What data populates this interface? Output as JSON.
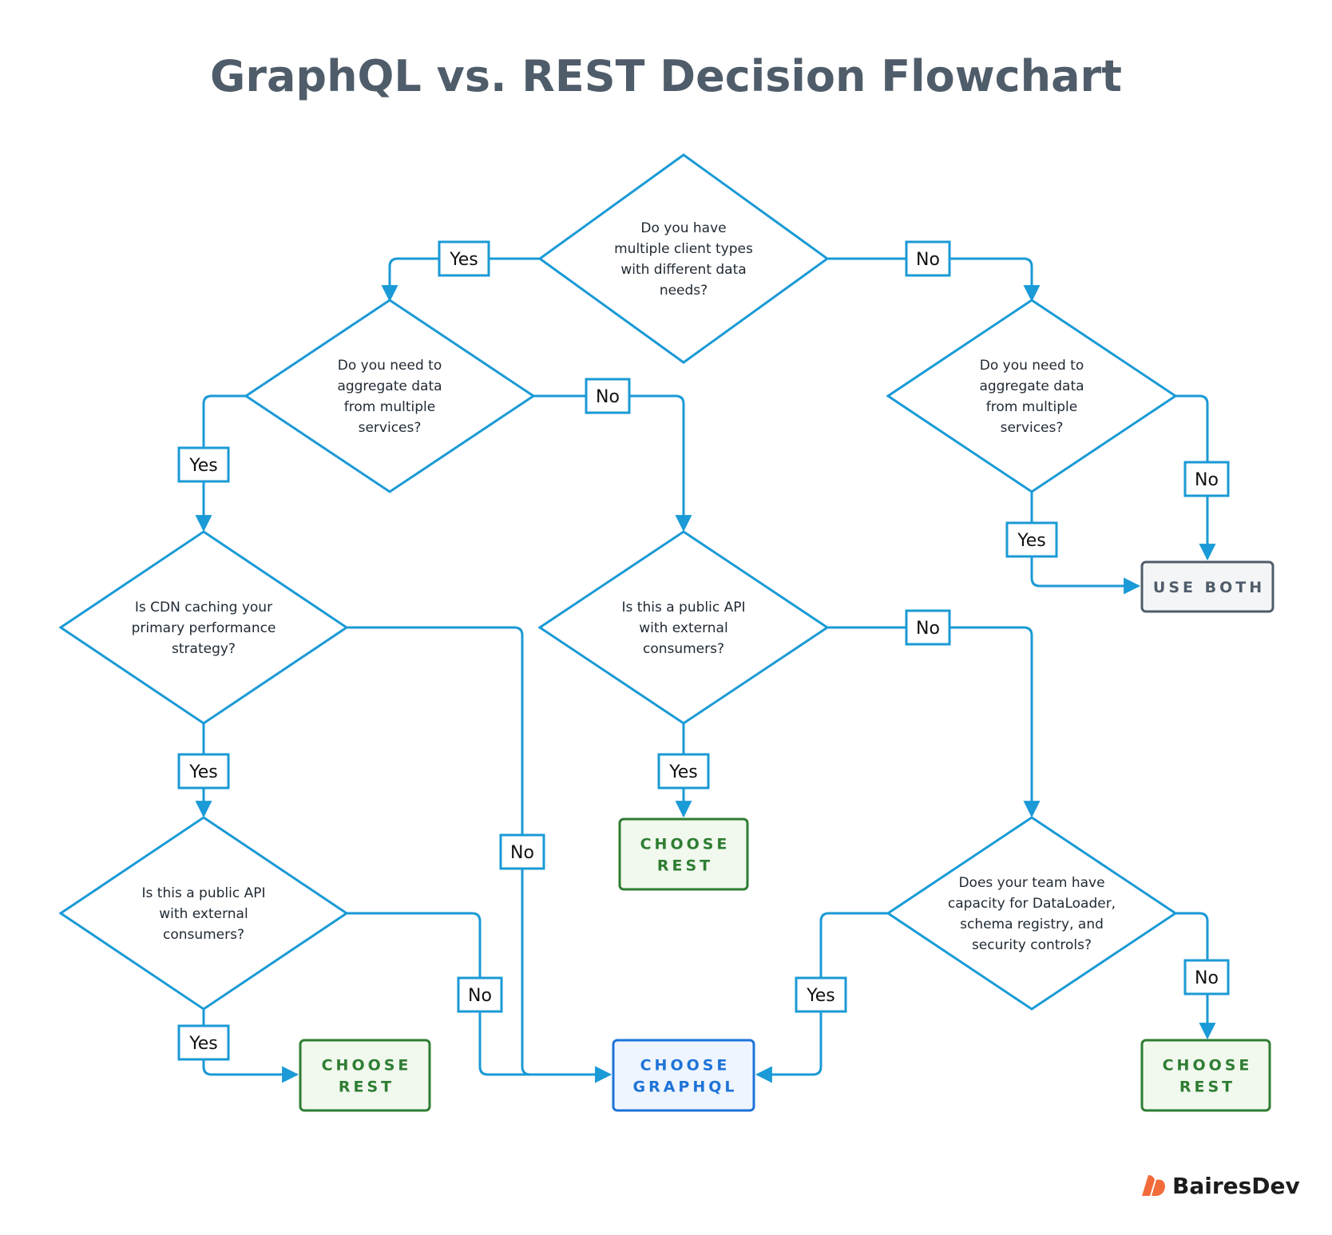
{
  "title": "GraphQL vs. REST Decision Flowchart",
  "brand": {
    "name": "BairesDev",
    "logo_icon": "bairesdev-logo-icon",
    "logo_color": "#f26b3a"
  },
  "colors": {
    "line": "#1a9ad6",
    "text": "#1f2933",
    "rest_border": "#2e7d32",
    "rest_fill": "#f1f8ee",
    "rest_text": "#2e7d32",
    "graphql_border": "#1e73d8",
    "graphql_fill": "#eef5ff",
    "graphql_text": "#1e73d8",
    "both_border": "#4f5c6a",
    "both_fill": "#f4f5f6",
    "both_text": "#4f5c6a"
  },
  "questions": [
    {
      "id": "q1",
      "lines": [
        "Do you have",
        "multiple client types",
        "with different data",
        "needs?"
      ]
    },
    {
      "id": "q2",
      "lines": [
        "Do you need to",
        "aggregate data",
        "from multiple",
        "services?"
      ]
    },
    {
      "id": "q3",
      "lines": [
        "Do you need to",
        "aggregate data",
        "from multiple",
        "services?"
      ]
    },
    {
      "id": "q4",
      "lines": [
        "Is CDN caching your",
        "primary performance",
        "strategy?"
      ]
    },
    {
      "id": "q5",
      "lines": [
        "Is this a public API",
        "with external",
        "consumers?"
      ]
    },
    {
      "id": "q6",
      "lines": [
        "Is this a public API",
        "with external",
        "consumers?"
      ]
    },
    {
      "id": "q7",
      "lines": [
        "Does your team have",
        "capacity for DataLoader,",
        "schema registry, and",
        "security controls?"
      ]
    }
  ],
  "outcomes": [
    {
      "id": "both",
      "lines": [
        "USE BOTH"
      ],
      "kind": "both"
    },
    {
      "id": "rest1",
      "lines": [
        "CHOOSE",
        "REST"
      ],
      "kind": "rest"
    },
    {
      "id": "rest2",
      "lines": [
        "CHOOSE",
        "REST"
      ],
      "kind": "rest"
    },
    {
      "id": "graphql",
      "lines": [
        "CHOOSE",
        "GRAPHQL"
      ],
      "kind": "graphql"
    },
    {
      "id": "rest3",
      "lines": [
        "CHOOSE",
        "REST"
      ],
      "kind": "rest"
    }
  ],
  "labels": [
    {
      "id": "l1",
      "text": "Yes"
    },
    {
      "id": "l2",
      "text": "No"
    },
    {
      "id": "l3",
      "text": "Yes"
    },
    {
      "id": "l4",
      "text": "No"
    },
    {
      "id": "l5",
      "text": "No"
    },
    {
      "id": "l6",
      "text": "Yes"
    },
    {
      "id": "l7",
      "text": "Yes"
    },
    {
      "id": "l8",
      "text": "No"
    },
    {
      "id": "l9",
      "text": "No"
    },
    {
      "id": "l10",
      "text": "Yes"
    },
    {
      "id": "l11",
      "text": "Yes"
    },
    {
      "id": "l12",
      "text": "No"
    },
    {
      "id": "l13",
      "text": "Yes"
    },
    {
      "id": "l14",
      "text": "No"
    }
  ]
}
